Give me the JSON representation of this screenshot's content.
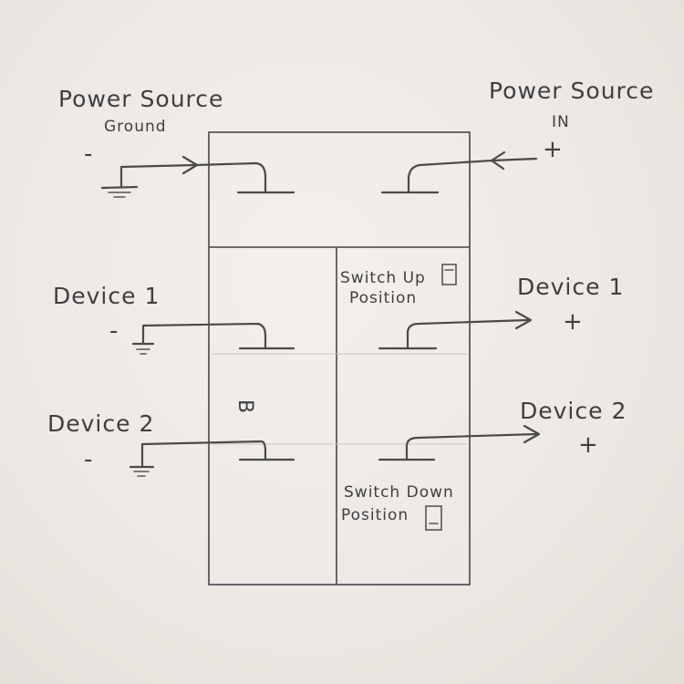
{
  "diagram": {
    "labels": {
      "power_source_ground_line1": "Power Source",
      "power_source_ground_line2": "Ground",
      "power_source_in_line1": "Power Source",
      "power_source_in_line2": "IN",
      "device1_left": "Device 1",
      "device1_right": "Device 1",
      "device2_left": "Device 2",
      "device2_right": "Device 2",
      "switch_up_line1": "Switch Up",
      "switch_up_line2": "Position",
      "switch_down_line1": "Switch Down",
      "switch_down_line2": "Position",
      "center_mark": "B"
    },
    "symbols": {
      "minus": "-",
      "plus": "+"
    },
    "colors": {
      "ink": "#4a4a4c",
      "paper": "#eeeae6"
    }
  }
}
